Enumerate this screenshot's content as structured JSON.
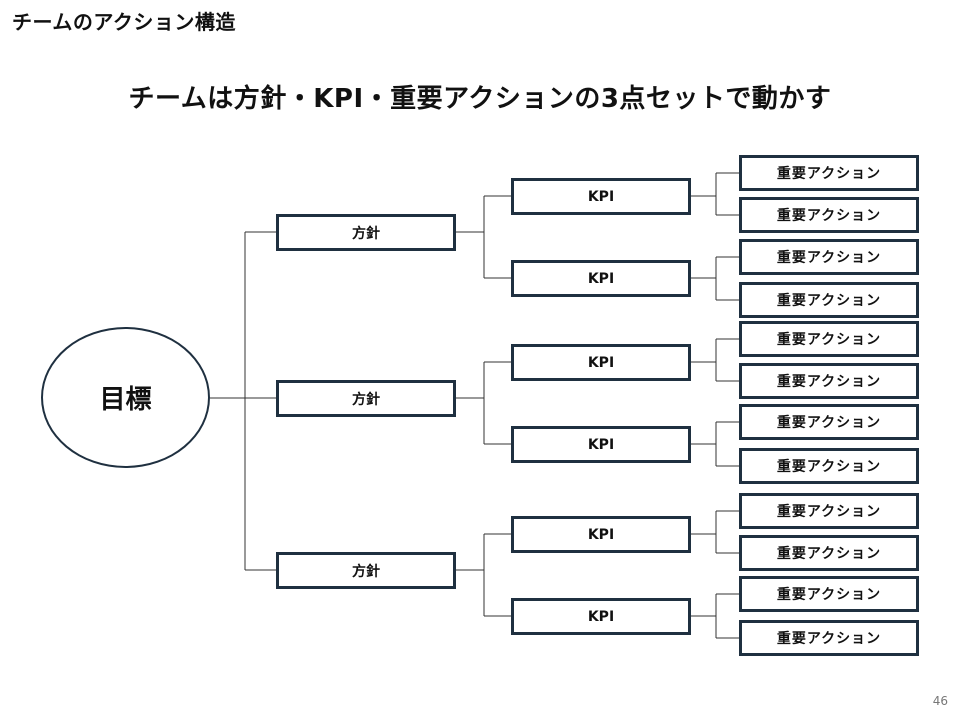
{
  "header": {
    "section_title": "チームのアクション構造",
    "main_title": "チームは方針・KPI・重要アクションの3点セットで動かす"
  },
  "tree": {
    "goal": "目標",
    "policies": [
      {
        "label": "方針",
        "kpis": [
          {
            "label": "KPI",
            "actions": [
              "重要アクション",
              "重要アクション"
            ]
          },
          {
            "label": "KPI",
            "actions": [
              "重要アクション",
              "重要アクション"
            ]
          }
        ]
      },
      {
        "label": "方針",
        "kpis": [
          {
            "label": "KPI",
            "actions": [
              "重要アクション",
              "重要アクション"
            ]
          },
          {
            "label": "KPI",
            "actions": [
              "重要アクション",
              "重要アクション"
            ]
          }
        ]
      },
      {
        "label": "方針",
        "kpis": [
          {
            "label": "KPI",
            "actions": [
              "重要アクション",
              "重要アクション"
            ]
          },
          {
            "label": "KPI",
            "actions": [
              "重要アクション",
              "重要アクション"
            ]
          }
        ]
      }
    ]
  },
  "footer": {
    "page_number": "46"
  },
  "colors": {
    "border": "#1f3040",
    "connector": "#333333"
  }
}
